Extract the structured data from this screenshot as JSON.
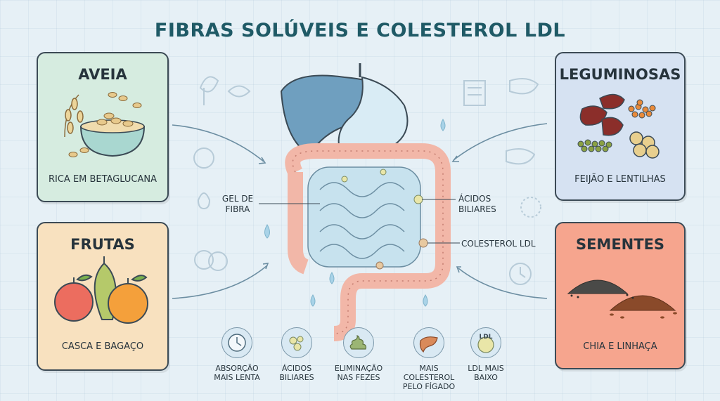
{
  "title": "FIBRAS SOLÚVEIS E COLESTEROL LDL",
  "cards": {
    "aveia": {
      "title": "AVEIA",
      "caption": "RICA EM BETAGLUCANA"
    },
    "frutas": {
      "title": "FRUTAS",
      "caption": "CASCA E BAGAÇO"
    },
    "leguminosas": {
      "title": "LEGUMINOSAS",
      "caption": "FEIJÃO E LENTILHAS"
    },
    "sementes": {
      "title": "SEMENTES",
      "caption": "CHIA E LINHAÇA"
    }
  },
  "labels": {
    "gel": [
      "GEL DE",
      "FIBRA"
    ],
    "acidos": [
      "ÁCIDOS",
      "BILIARES"
    ],
    "colesterol": "COLESTEROL LDL"
  },
  "steps": [
    {
      "icon": "clock-icon",
      "line1": "ABSORÇÃO",
      "line2": "MAIS LENTA"
    },
    {
      "icon": "bile-droplets-icon",
      "line1": "ÁCIDOS",
      "line2": "BILIARES"
    },
    {
      "icon": "stool-icon",
      "line1": "ELIMINAÇÃO",
      "line2": "NAS FEZES"
    },
    {
      "icon": "liver-icon",
      "line1": "MAIS COLESTEROL",
      "line2": "PELO FÍGADO"
    },
    {
      "icon": "ldl-particle-icon",
      "line1": "LDL MAIS",
      "line2": "BAIXO",
      "badge": "LDL"
    }
  ],
  "colors": {
    "title": "#1f5a66",
    "aveia_bg": "#d6ece0",
    "frutas_bg": "#f8e1bf",
    "leguminosas_bg": "#d6e2f2",
    "sementes_bg": "#f6a58e",
    "liver": "#6f9fbf",
    "intestine": "#f2b7a8"
  }
}
